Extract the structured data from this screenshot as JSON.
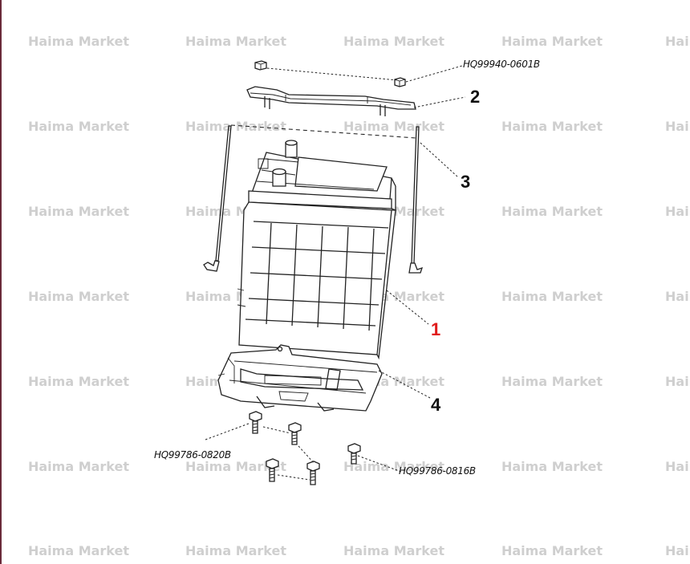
{
  "watermark": {
    "text": "Haima Market"
  },
  "callouts": {
    "part_1": "1",
    "part_2": "2",
    "part_3": "3",
    "part_4": "4"
  },
  "part_numbers": {
    "nut": "HQ99940-0601B",
    "bolt_left": "HQ99786-0820B",
    "bolt_right": "HQ99786-0816B"
  },
  "colors": {
    "highlight": "#e01b1b",
    "watermark": "#cfcfcf",
    "line": "#222222"
  }
}
